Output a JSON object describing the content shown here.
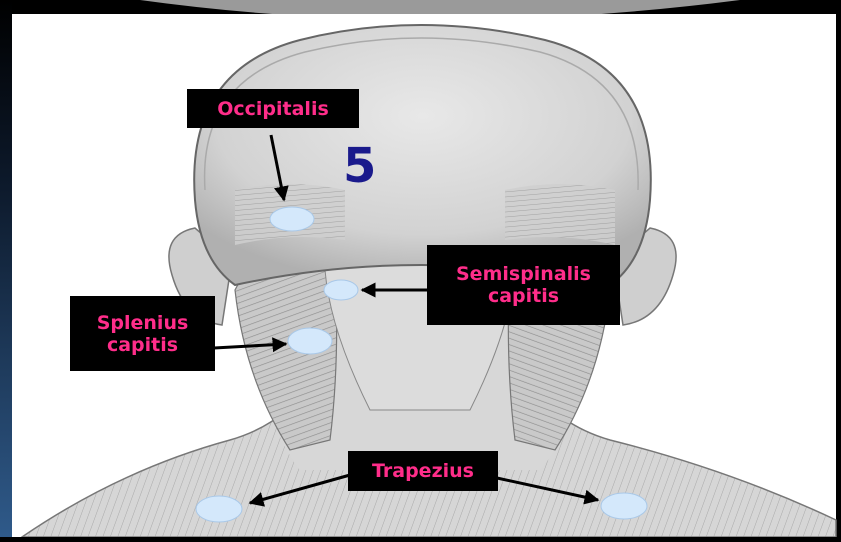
{
  "figure_number": "5",
  "labels": {
    "occipitalis": "Occipitalis",
    "semispinalis": [
      "Semispinalis",
      "capitis"
    ],
    "splenius": [
      "Splenius",
      "capitis"
    ],
    "trapezius": "Trapezius"
  },
  "colors": {
    "label_text": "#ff2d8a",
    "label_bg": "#000000",
    "number_text": "#1a1a8c",
    "marker": "#d4e8fb",
    "slide_edge": "#24456e"
  },
  "markers": [
    "occipitalis-marker",
    "semispinalis-marker",
    "splenius-marker",
    "trapezius-left-marker",
    "trapezius-right-marker"
  ]
}
